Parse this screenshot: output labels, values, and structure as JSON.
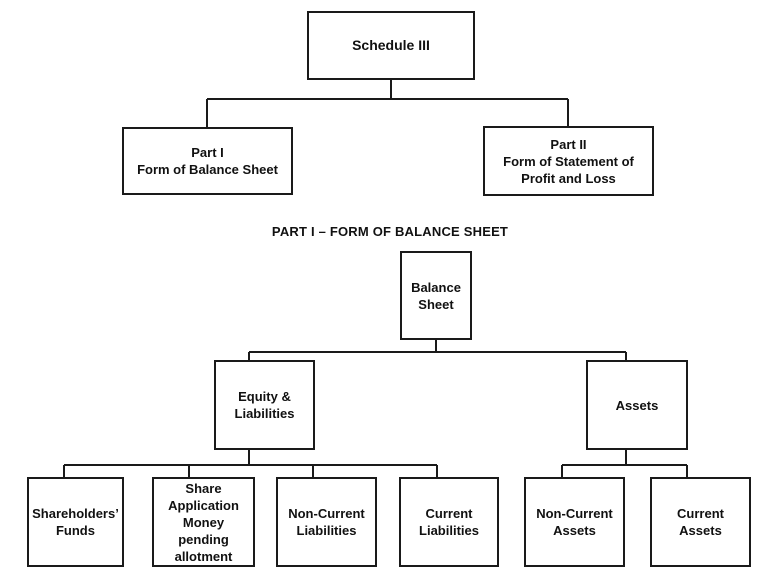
{
  "top": {
    "root": "Schedule III",
    "part1": "Part I\nForm of Balance Sheet",
    "part2": "Part II\nForm of Statement of\nProfit and Loss"
  },
  "section_heading": "PART I – FORM OF BALANCE SHEET",
  "balance": {
    "root": "Balance\nSheet",
    "equity": "Equity &\nLiabilities",
    "assets": "Assets",
    "shareholders_funds": "Shareholders’\nFunds",
    "share_application": "Share\nApplication\nMoney pending\nallotment",
    "non_current_liabilities": "Non-Current\nLiabilities",
    "current_liabilities": "Current\nLiabilities",
    "non_current_assets": "Non-Current\nAssets",
    "current_assets": "Current\nAssets"
  }
}
